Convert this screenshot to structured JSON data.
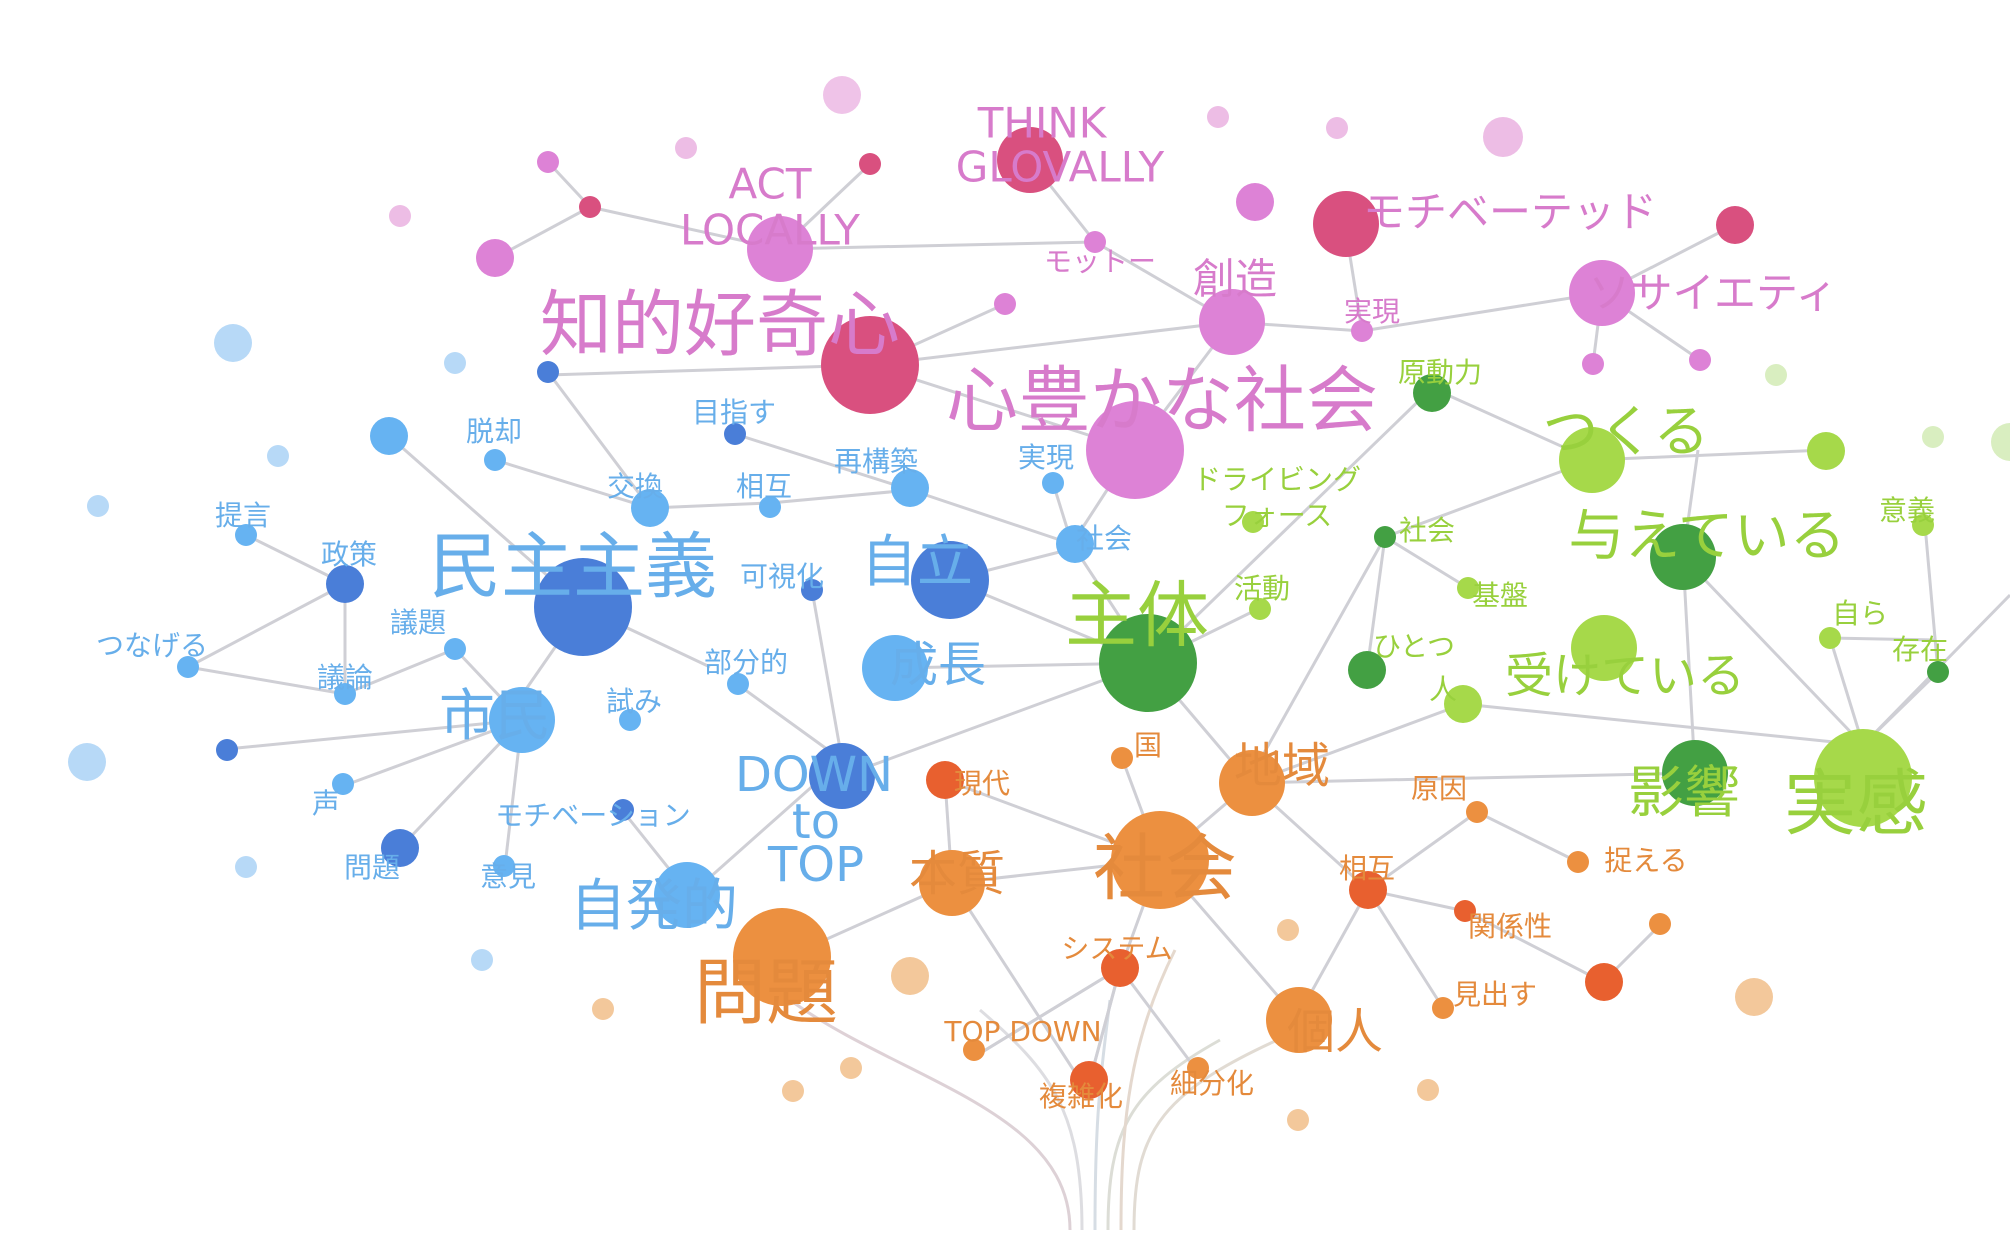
{
  "colors": {
    "pink_dark": "#d9507f",
    "pink": "#dd82d6",
    "pink_light": "#edbde5",
    "pink_text": "#d77bcb",
    "blue_dark": "#4a7ed8",
    "blue": "#66b3f2",
    "blue_light": "#b7d9f7",
    "blue_text": "#67aeea",
    "green_dark": "#43a043",
    "green": "#a6d94a",
    "green_light": "#d9eec0",
    "green_text": "#98d03d",
    "orange_dark": "#e8602f",
    "orange": "#ec9040",
    "orange_light": "#f3c89b",
    "orange_text": "#e48a3c",
    "edge": "#cfcfd5",
    "trunk": "#d8d8dc"
  },
  "network": {
    "pink_words": [
      "THINK",
      "GLOVALLY",
      "ACT",
      "LOCALLY",
      "モチベーテッド",
      "モットー",
      "創造",
      "実現",
      "ソサイエティ",
      "知的好奇心",
      "心豊かな社会"
    ],
    "blue_words": [
      "目指す",
      "脱却",
      "再構築",
      "実現",
      "交換",
      "相互",
      "提言",
      "社会",
      "政策",
      "民主主義",
      "可視化",
      "自立",
      "議題",
      "つなげる",
      "議論",
      "部分的",
      "成長",
      "市民",
      "試み",
      "DOWN",
      "to",
      "TOP",
      "モチベーション",
      "声",
      "問題",
      "意見",
      "自発的"
    ],
    "green_words": [
      "原動力",
      "つくる",
      "ドライビング",
      "フォース",
      "社会",
      "与えている",
      "意義",
      "活動",
      "基盤",
      "主体",
      "自ら",
      "ひとつ",
      "存在",
      "受けている",
      "人",
      "影響",
      "実感"
    ],
    "orange_words": [
      "国",
      "地域",
      "現代",
      "原因",
      "社会",
      "本質",
      "相互",
      "捉える",
      "関係性",
      "システム",
      "問題",
      "見出す",
      "個人",
      "TOP DOWN",
      "細分化",
      "複雑化"
    ]
  }
}
